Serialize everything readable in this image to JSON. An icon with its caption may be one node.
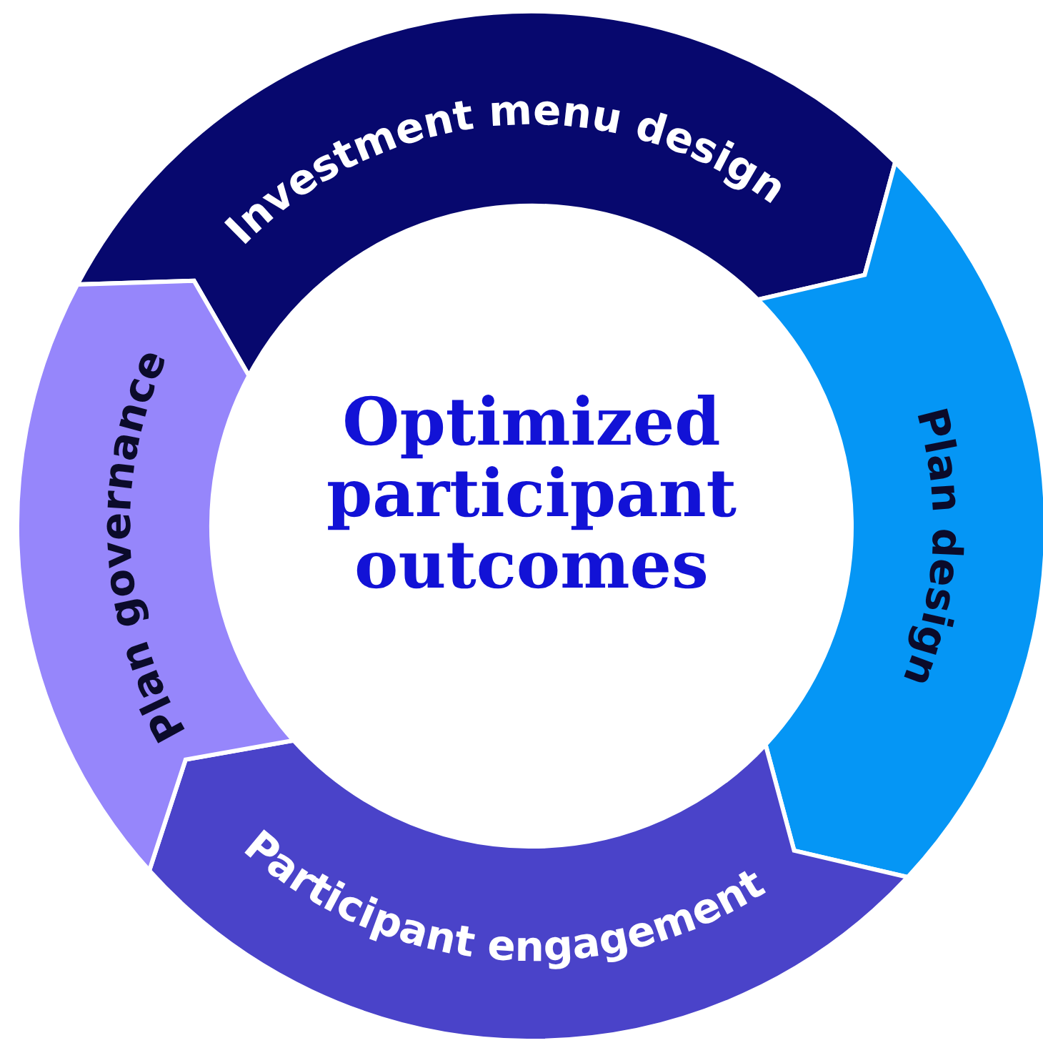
{
  "diagram": {
    "nodes": [
      {
        "text": [
          "Optimized participant outcomes"
        ]
      },
      {
        "text": [
          "Investment menu design"
        ]
      },
      {
        "text": [
          "Plan design"
        ]
      },
      {
        "text": [
          "Participant engagement"
        ]
      },
      {
        "text": [
          "Plan governance"
        ]
      }
    ]
  }
}
